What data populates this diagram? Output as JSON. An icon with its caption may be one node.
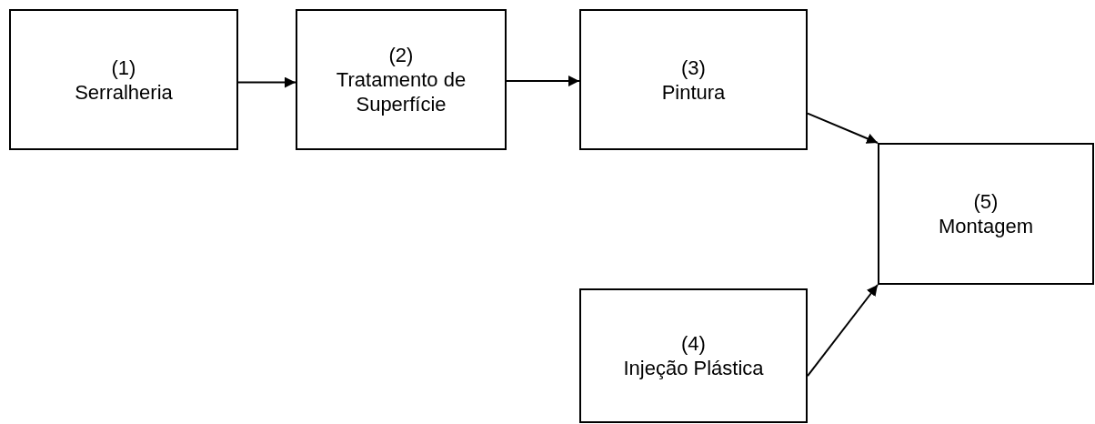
{
  "diagram": {
    "nodes": [
      {
        "text": [
          "(1)",
          "Serralheria"
        ]
      },
      {
        "text": [
          "(2)",
          "Tratamento de Superfície"
        ]
      },
      {
        "text": [
          "(3)",
          "Pintura"
        ]
      },
      {
        "text": [
          "(4)",
          "Injeção Plástica"
        ]
      },
      {
        "text": [
          "(5)",
          "Montagem"
        ]
      }
    ],
    "edges": [
      {
        "from": 0,
        "to": 1,
        "arrow": "to"
      },
      {
        "from": 1,
        "to": 2,
        "arrow": "to"
      },
      {
        "from": 2,
        "to": 4,
        "arrow": "to"
      },
      {
        "from": 3,
        "to": 4,
        "arrow": "to"
      }
    ]
  }
}
